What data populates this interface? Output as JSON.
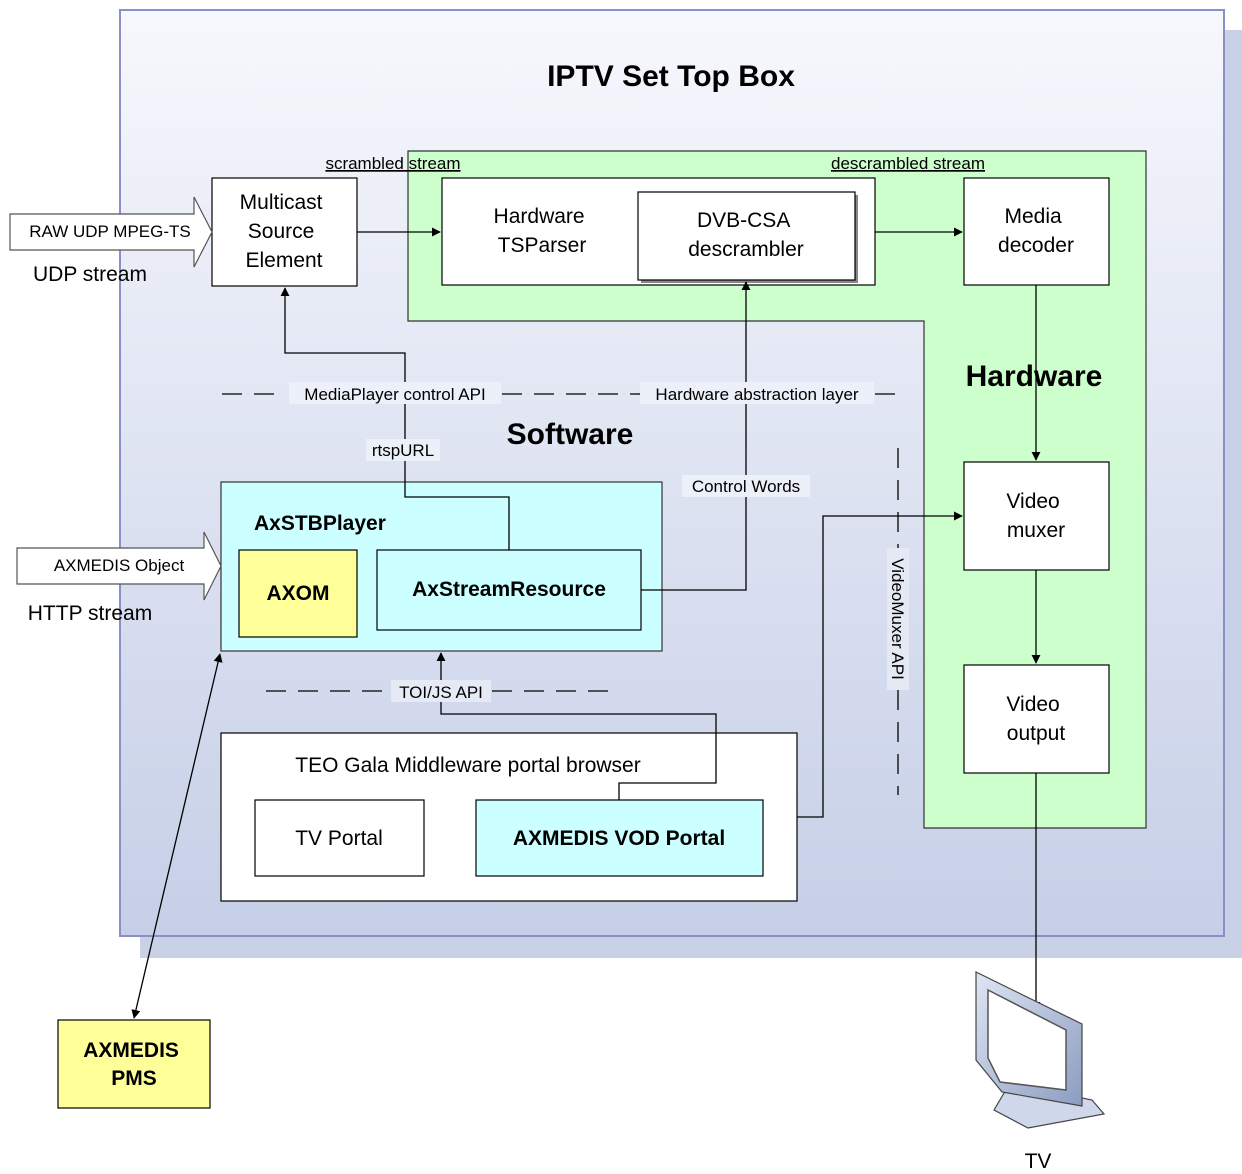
{
  "title": "IPTV Set Top Box",
  "regions": {
    "hardware": "Hardware",
    "software": "Software"
  },
  "nodes": {
    "multicast": [
      "Multicast",
      "Source",
      "Element"
    ],
    "hw_tsparser": [
      "Hardware",
      "TSParser"
    ],
    "dvb_csa": [
      "DVB-CSA",
      "descrambler"
    ],
    "media_decoder": [
      "Media",
      "decoder"
    ],
    "video_muxer": [
      "Video",
      "muxer"
    ],
    "video_output": [
      "Video",
      "output"
    ],
    "axstbplayer": "AxSTBPlayer",
    "axom": "AXOM",
    "axstreamresource": "AxStreamResource",
    "teo_gala": "TEO Gala Middleware portal browser",
    "tv_portal": "TV Portal",
    "axmedis_vod": "AXMEDIS VOD Portal",
    "axmedis_pms": [
      "AXMEDIS",
      "PMS"
    ],
    "tv": "TV"
  },
  "inputs": {
    "raw_udp": "RAW UDP MPEG-TS",
    "udp_stream": "UDP stream",
    "axmedis_object": "AXMEDIS Object",
    "http_stream": "HTTP stream"
  },
  "labels": {
    "scrambled": "scrambled stream",
    "descrambled": "descrambled stream",
    "mediaplayer_api": "MediaPlayer control API",
    "hal": "Hardware abstraction layer",
    "rtspurl": "rtspURL",
    "control_words": "Control Words",
    "toi_js": "TOI/JS API",
    "videomuxer_api": "VideoMuxer API"
  },
  "colors": {
    "outer_border": "#8a8fc8",
    "outer_fill_top": "#f6f7fc",
    "outer_fill_bottom": "#c9d1e8",
    "hardware_fill": "#ccffcc",
    "cyan_fill": "#ccffff",
    "yellow_fill": "#ffff99",
    "tv_frame": "#a9b8d6"
  }
}
